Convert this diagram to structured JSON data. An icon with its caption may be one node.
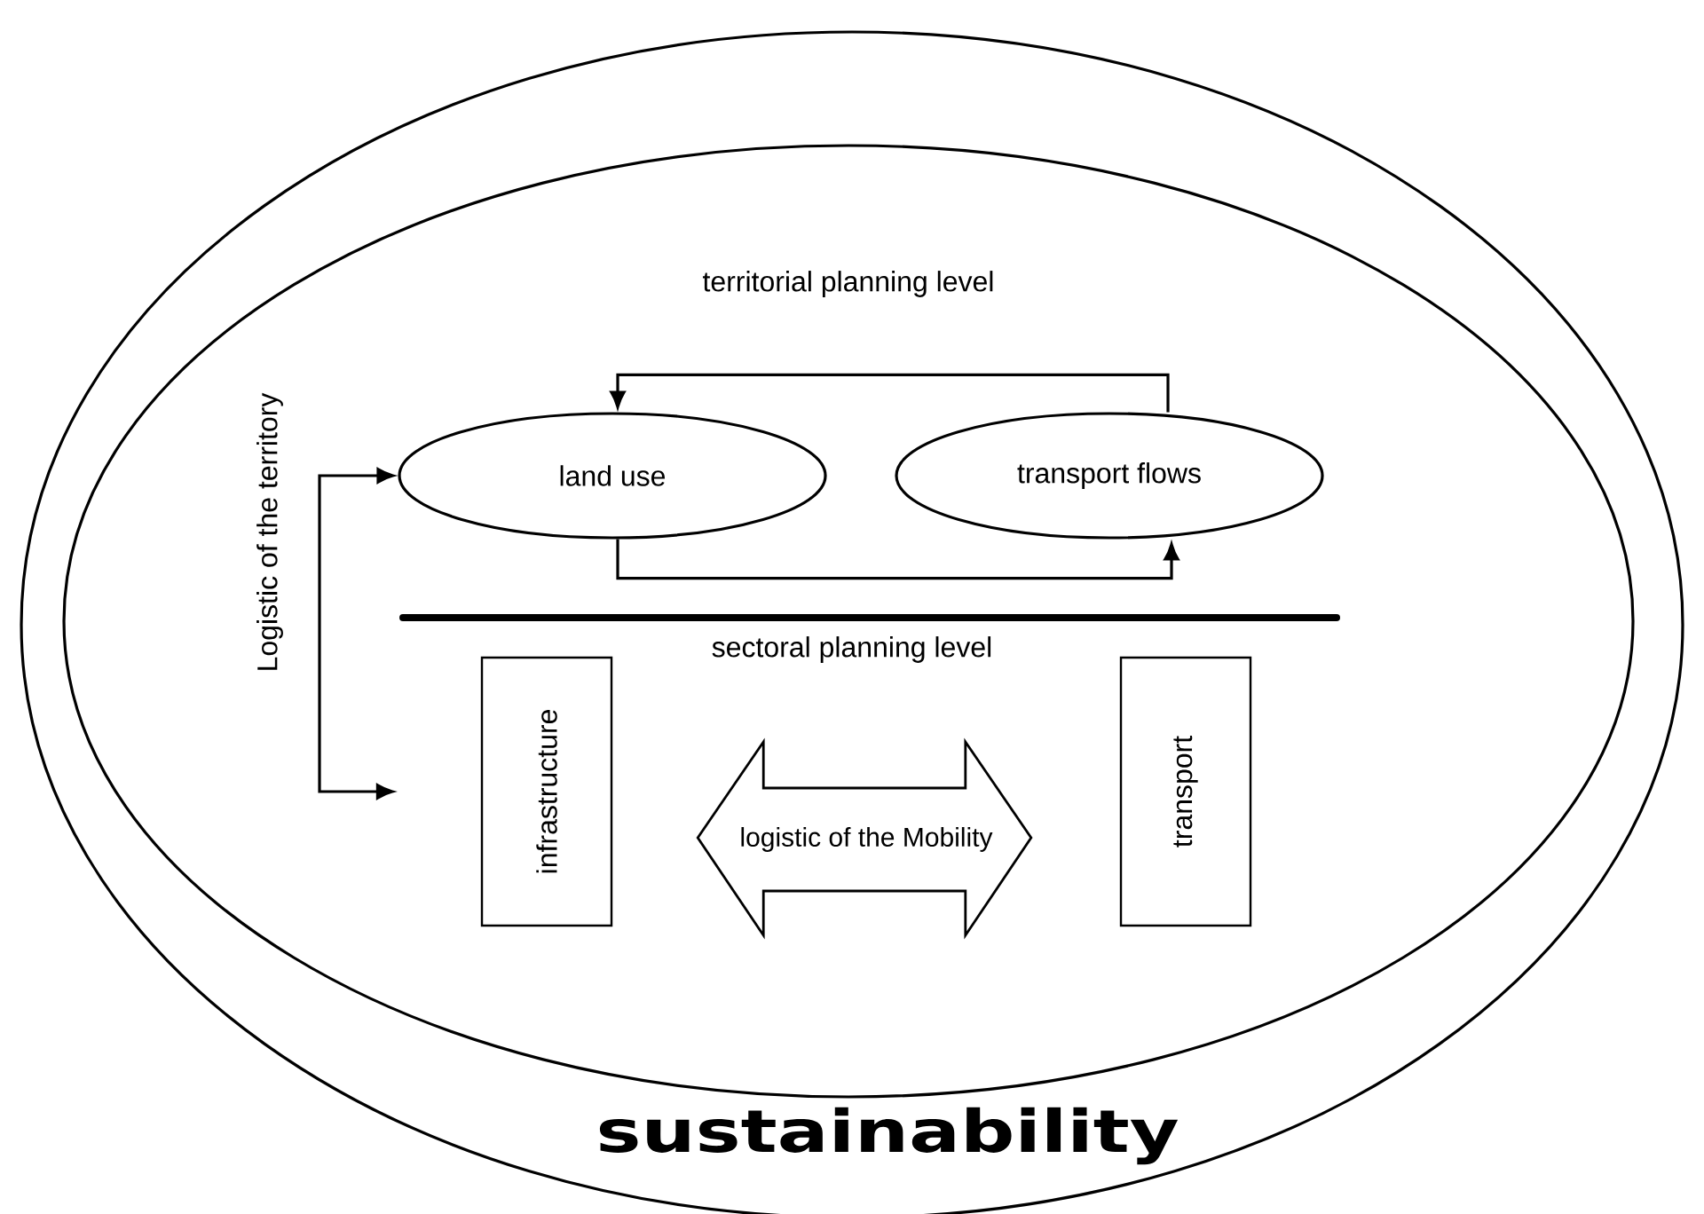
{
  "diagram": {
    "nodes": [
      {
        "text": [
          "sustainability"
        ]
      },
      {
        "text": [
          "territorial planning level"
        ],
        "in": 0
      },
      {
        "text": [
          "land use"
        ],
        "in": 1
      },
      {
        "text": [
          "transport flows"
        ],
        "in": 1
      },
      {
        "text": [
          "infrastructure"
        ],
        "in": 1
      },
      {
        "text": [
          "transport"
        ],
        "in": 1
      }
    ],
    "edges": [
      {
        "from": 3,
        "to": 2,
        "arrow": "to"
      },
      {
        "from": 2,
        "to": 3,
        "arrow": "to"
      },
      {
        "from": 2,
        "to": 4,
        "arrow": "both"
      },
      {
        "from": 4,
        "to": 5,
        "arrow": "both",
        "label": "logistic of the Mobility"
      }
    ],
    "labels": [
      "Logistic of the territory",
      "sectoral planning level"
    ]
  }
}
